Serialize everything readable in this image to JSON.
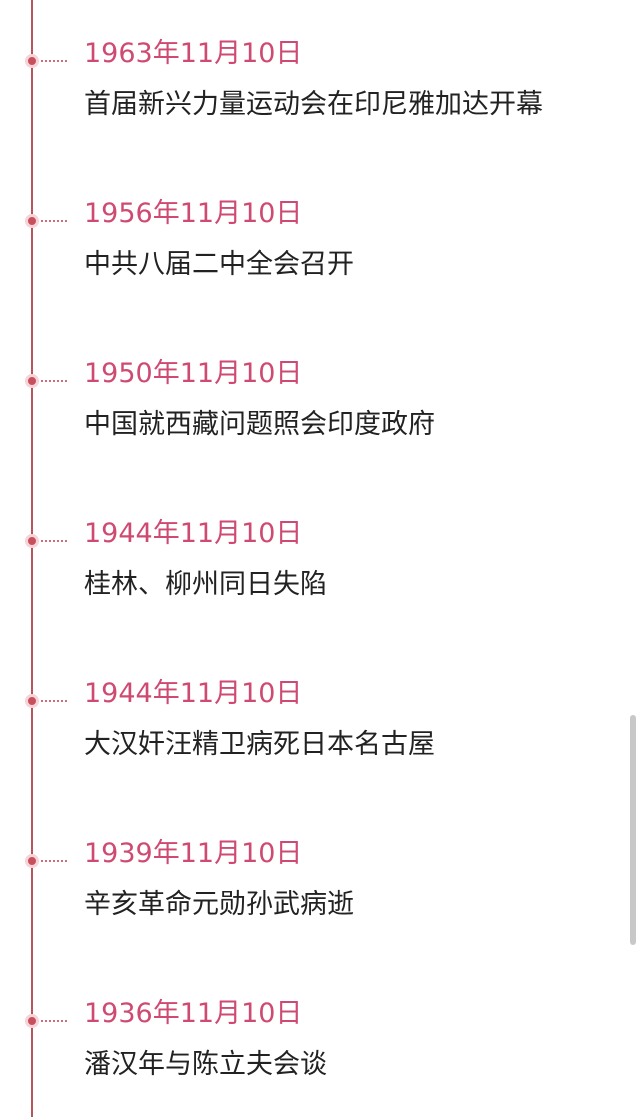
{
  "events": [
    {
      "date": "1963年11月10日",
      "title": "首届新兴力量运动会在印尼雅加达开幕"
    },
    {
      "date": "1956年11月10日",
      "title": "中共八届二中全会召开"
    },
    {
      "date": "1950年11月10日",
      "title": "中国就西藏问题照会印度政府"
    },
    {
      "date": "1944年11月10日",
      "title": "桂林、柳州同日失陷"
    },
    {
      "date": "1944年11月10日",
      "title": "大汉奸汪精卫病死日本名古屋"
    },
    {
      "date": "1939年11月10日",
      "title": "辛亥革命元勋孙武病逝"
    },
    {
      "date": "1936年11月10日",
      "title": "潘汉年与陈立夫会谈"
    }
  ],
  "colors": {
    "accent": "#cf4a72",
    "line": "#b5565e",
    "text": "#222222"
  }
}
